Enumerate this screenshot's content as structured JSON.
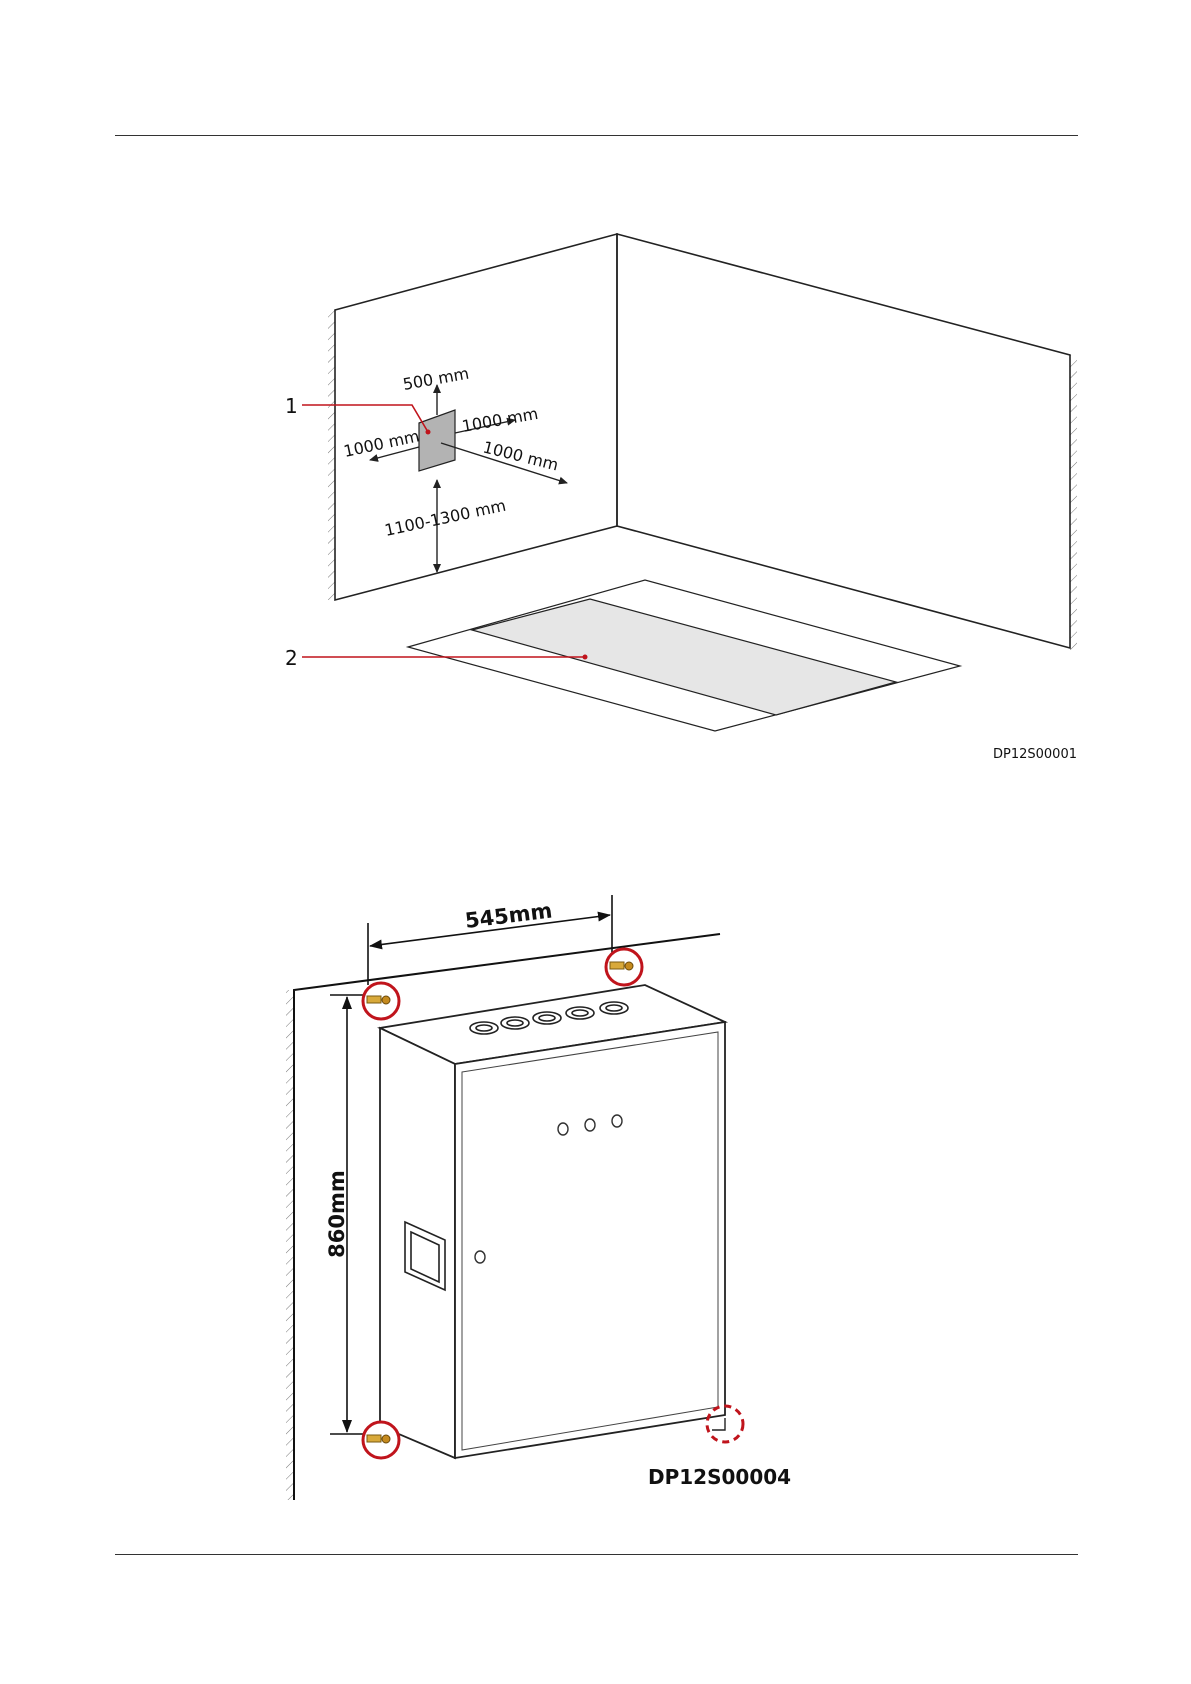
{
  "figure1": {
    "callouts": [
      "1",
      "2"
    ],
    "dimensions": {
      "top": "500 mm",
      "right": "1000 mm",
      "left": "1000 mm",
      "front": "1000 mm",
      "bottom": "1100-1300 mm"
    },
    "figure_id": "DP12S00001"
  },
  "figure2": {
    "width_label": "545mm",
    "height_label": "860mm",
    "figure_id": "DP12S00004"
  },
  "colors": {
    "callout_red": "#c0141c",
    "line_dark": "#222222",
    "equipment_gray": "#b3b3b3",
    "floor_gray": "#e6e6e6"
  }
}
